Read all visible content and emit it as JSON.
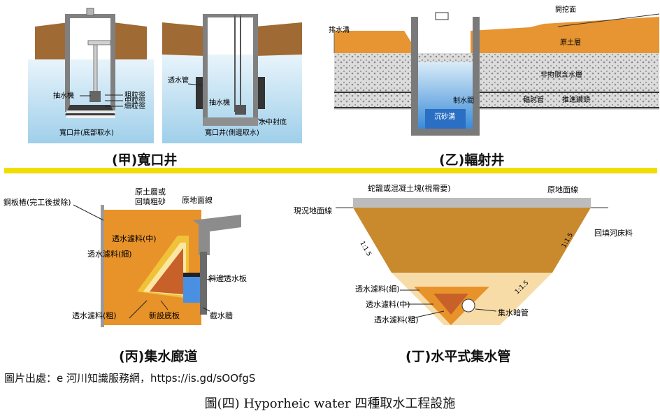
{
  "panels": {
    "a": {
      "caption": "(甲)寬口井",
      "labels": {
        "pump_left": "抽水機",
        "coarse": "粗粒徑",
        "medium": "中粒徑",
        "fine": "細粒徑",
        "bottom_intake": "寬口井(底部取水)",
        "pipe": "透水管",
        "pump_right": "抽水機",
        "underwater_seal": "水中封底",
        "side_intake": "寬口井(側邊取水)"
      }
    },
    "b": {
      "caption": "(乙)輻射井",
      "labels": {
        "drain": "排水溝",
        "excavation": "開挖面",
        "original_soil": "原土層",
        "unconfined": "非拘限含水層",
        "gate": "制水閥",
        "radial_pipe": "輻射管",
        "drill_head": "推進鑽頭",
        "sand_trap": "沉砂溝"
      }
    },
    "c": {
      "caption": "(丙)集水廊道",
      "labels": {
        "sheet_pile": "鋼板樁(完工後拔除)",
        "backfill_1": "原土層或",
        "backfill_2": "回填粗砂",
        "ground_line": "原地面線",
        "filter_medium": "透水濾料(中)",
        "filter_fine": "透水濾料(細)",
        "slope_plate": "斜邊透水板",
        "filter_coarse": "透水濾料(粗)",
        "new_base": "新設底板",
        "cutoff_wall": "截水牆"
      }
    },
    "d": {
      "caption": "(丁)水平式集水管",
      "labels": {
        "gabion": "蛇籠或混凝土塊(視需要)",
        "ground_line": "原地面線",
        "current_ground": "現況地面線",
        "riverbed_fill": "回填河床料",
        "slope_left": "1:1.5",
        "slope_right": "1:1.5",
        "slope_lower": "1:1.5",
        "filter_fine": "透水濾料(細)",
        "filter_medium": "透水濾料(中)",
        "filter_coarse": "透水濾料(粗)",
        "collector": "集水暗管"
      }
    }
  },
  "source": "圖片出處：e 河川知識服務網，https://is.gd/sOOfgS",
  "figure_title": "圖(四)  Hyporheic water 四種取水工程設施",
  "colors": {
    "soil": "#a0703a",
    "orange_fill": "#e8922a",
    "water": "#bfe0f2",
    "gravel": "#d9d9d9",
    "separator": "#f2dd00",
    "concrete": "#8c8c8c"
  }
}
